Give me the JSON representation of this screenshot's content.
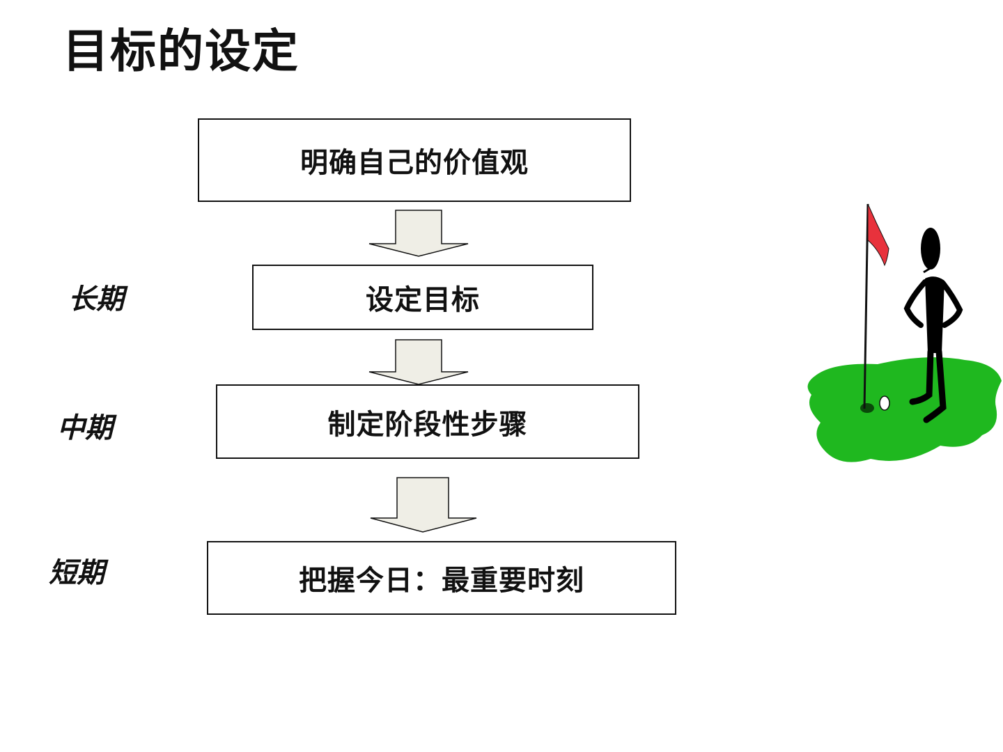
{
  "slide": {
    "title": "目标的设定"
  },
  "flow": {
    "steps": [
      {
        "text": "明确自己的价值观"
      },
      {
        "text": "设定目标"
      },
      {
        "text": "制定阶段性步骤"
      },
      {
        "text": "把握今日：最重要时刻"
      }
    ],
    "horizons": {
      "long": "长期",
      "mid": "中期",
      "short": "短期"
    }
  },
  "colors": {
    "arrow_fill": "#efeee6",
    "border": "#111111",
    "grass": "#1fb81f",
    "flag": "#e8323c",
    "figure": "#000000"
  },
  "illustration": {
    "icon": "golfer-with-flag-icon"
  }
}
